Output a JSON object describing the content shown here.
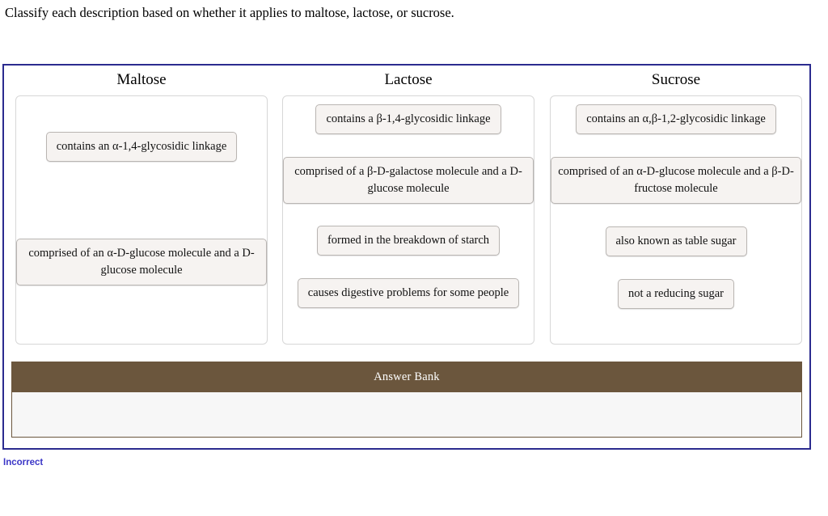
{
  "prompt": "Classify each description based on whether it applies to maltose, lactose, or sucrose.",
  "colors": {
    "frame_border": "#2b2b8f",
    "answer_bank_header_bg": "#6b563d",
    "answer_bank_header_text": "#ffffff",
    "tile_bg": "#f6f3f1",
    "tile_border": "#b9b5b2",
    "dropzone_border": "#d7d7d7",
    "feedback_text": "#3b36c7"
  },
  "columns": [
    {
      "header": "Maltose",
      "tiles": [
        {
          "text": "contains an α-1,4-glycosidic linkage",
          "wide": false
        },
        {
          "text": "comprised of an α-D-glucose molecule and a D-glucose molecule",
          "wide": true
        }
      ]
    },
    {
      "header": "Lactose",
      "tiles": [
        {
          "text": "contains a β-1,4-glycosidic linkage",
          "wide": false
        },
        {
          "text": "comprised of a β-D-galactose molecule and a D-glucose molecule",
          "wide": true
        },
        {
          "text": "formed in the breakdown of starch",
          "wide": false
        },
        {
          "text": "causes digestive problems for some people",
          "wide": false
        }
      ]
    },
    {
      "header": "Sucrose",
      "tiles": [
        {
          "text": "contains an α,β-1,2-glycosidic linkage",
          "wide": false
        },
        {
          "text": "comprised of an α-D-glucose molecule and a β-D-fructose molecule",
          "wide": true
        },
        {
          "text": "also known as table sugar",
          "wide": false
        },
        {
          "text": "not a reducing sugar",
          "wide": false
        }
      ]
    }
  ],
  "answer_bank": {
    "title": "Answer Bank",
    "tiles": []
  },
  "feedback": {
    "label": "Incorrect"
  }
}
